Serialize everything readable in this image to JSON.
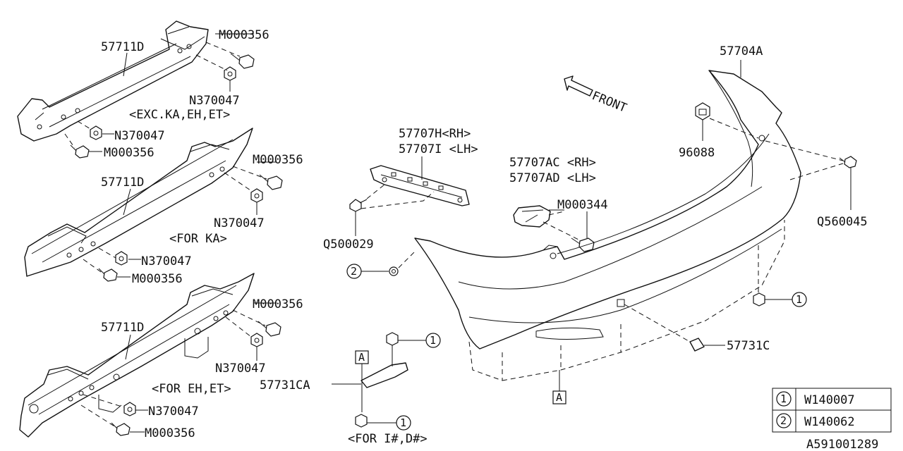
{
  "labels": {
    "rf_upper_part": "57711D",
    "rf_upper_bolt": "M000356",
    "rf_upper_nut": "N370047",
    "rf_upper_variant": "<EXC.KA,EH,ET>",
    "rf_upper_nut2": "N370047",
    "rf_upper_bolt2": "M000356",
    "rf_mid_bolt": "M000356",
    "rf_mid_part": "57711D",
    "rf_mid_nut": "N370047",
    "rf_mid_variant": "<FOR KA>",
    "rf_mid_nut2": "N370047",
    "rf_mid_bolt2": "M000356",
    "rf_low_bolt": "M000356",
    "rf_low_part": "57711D",
    "rf_low_nut": "N370047",
    "rf_low_variant": "<FOR EH,ET>",
    "rf_low_nut2": "N370047",
    "rf_low_bolt2": "M000356",
    "bracket_rh": "57707H<RH>",
    "bracket_lh": "57707I <LH>",
    "clip_q5": "Q500029",
    "bracket2_rh": "57707AC <RH>",
    "bracket2_lh": "57707AD <LH>",
    "bolt_m344": "M000344",
    "bumper_face": "57704A",
    "front": "FRONT",
    "clip_96088": "96088",
    "screw_q56": "Q560045",
    "cover_57731c": "57731C",
    "cover_57731ca": "57731CA",
    "variant_i_d": "<FOR I#,D#>",
    "ref_a_left": "A",
    "ref_a_bumper": "A",
    "callout_1": "1",
    "callout_2": "2",
    "diagram_id": "A591001289"
  },
  "legend": [
    {
      "mark": "1",
      "part": "W140007"
    },
    {
      "mark": "2",
      "part": "W140062"
    }
  ]
}
